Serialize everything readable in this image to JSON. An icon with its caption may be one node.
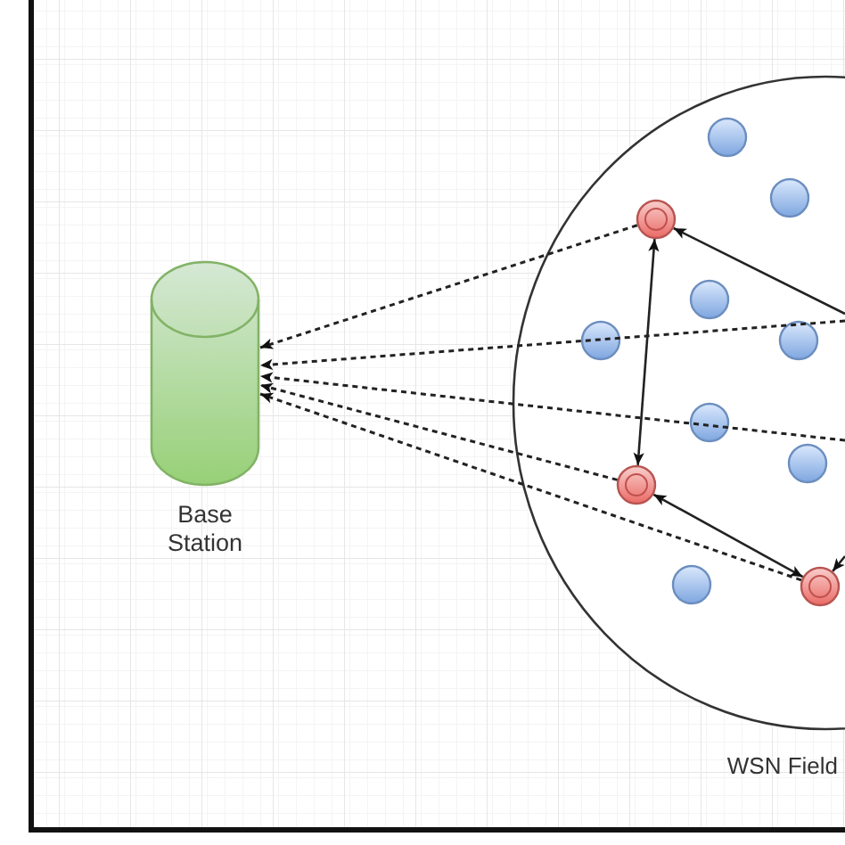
{
  "diagram": {
    "nodes": [
      {
        "text": [
          "Base Station"
        ]
      },
      {
        "text": [
          "WSN Field"
        ]
      },
      {
        "text": [],
        "shape": "circle",
        "in": 1
      },
      {
        "text": [],
        "shape": "circle",
        "in": 1
      },
      {
        "text": [],
        "shape": "circle",
        "in": 1
      },
      {
        "text": [],
        "shape": "circle",
        "in": 1
      },
      {
        "text": [],
        "shape": "circle",
        "in": 1
      },
      {
        "text": [],
        "shape": "circle",
        "in": 1
      },
      {
        "text": [],
        "shape": "circle",
        "in": 1
      },
      {
        "text": [],
        "shape": "circle",
        "in": 1
      },
      {
        "text": [],
        "shape": "circle",
        "in": 1
      },
      {
        "text": [],
        "shape": "circle",
        "in": 1
      },
      {
        "text": [],
        "shape": "circle",
        "in": 1
      }
    ],
    "edges": [
      {
        "from": 4,
        "to": 0,
        "arrow": "to",
        "style": "dashed"
      },
      {
        "from": null,
        "to": 0,
        "arrow": "to",
        "style": "dashed"
      },
      {
        "from": null,
        "to": 0,
        "arrow": "to",
        "style": "dashed"
      },
      {
        "from": 10,
        "to": 0,
        "arrow": "to",
        "style": "dashed"
      },
      {
        "from": 12,
        "to": 0,
        "arrow": "to",
        "style": "dashed"
      },
      {
        "from": null,
        "to": 4,
        "arrow": "to"
      },
      {
        "from": 10,
        "to": 4,
        "arrow": "both"
      },
      {
        "from": 10,
        "to": 12,
        "arrow": "both"
      },
      {
        "from": null,
        "to": 12,
        "arrow": "to"
      }
    ]
  }
}
